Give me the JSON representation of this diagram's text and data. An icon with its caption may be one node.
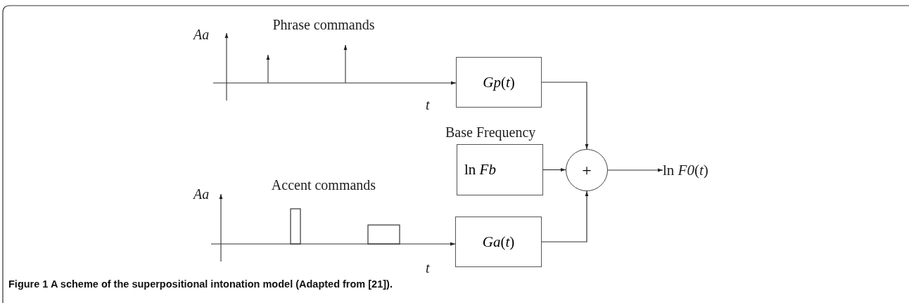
{
  "diagram": {
    "caption": "Figure 1 A scheme of the superpositional intonation model (Adapted from [21]).",
    "nodes": [
      {
        "text": [
          "Phrase commands",
          "Aa",
          "t"
        ]
      },
      {
        "text": [
          "*Gp*(*t*)"
        ]
      },
      {
        "text": [
          "Base Frequency",
          "ln *Fb*"
        ]
      },
      {
        "text": [
          "+"
        ]
      },
      {
        "text": [
          "ln *F0*(*t*)"
        ]
      },
      {
        "text": [
          "Accent commands",
          "Aa",
          "t"
        ]
      },
      {
        "text": [
          "*Ga*(*t*)"
        ]
      }
    ],
    "edges": [
      {
        "from": 0,
        "to": 1,
        "arrow": "to"
      },
      {
        "from": 1,
        "to": 3,
        "arrow": "to"
      },
      {
        "from": 2,
        "to": 3,
        "arrow": "to"
      },
      {
        "from": 6,
        "to": 3,
        "arrow": "to"
      },
      {
        "from": 3,
        "to": 4,
        "arrow": "to"
      },
      {
        "from": 5,
        "to": 6,
        "arrow": "to"
      }
    ]
  }
}
